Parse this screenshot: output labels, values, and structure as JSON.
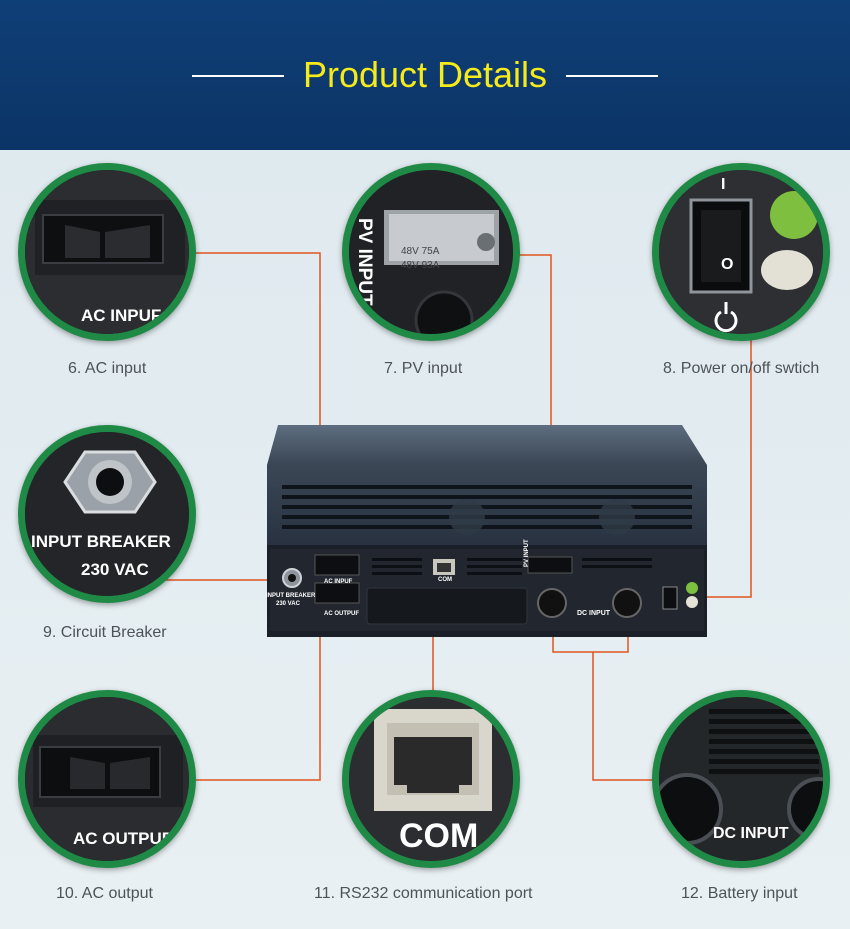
{
  "header": {
    "title": "Product Details"
  },
  "colors": {
    "header_bg": "#0f3f77",
    "title": "#f5ea1a",
    "circle_border": "#1f8a45",
    "connector": "#e0551f"
  },
  "details": [
    {
      "caption": "6. AC input",
      "photo_text": "AC INPUF"
    },
    {
      "caption": "7. PV input",
      "photo_text": "PV INPUT",
      "photo_rating_1": "48V 75A",
      "photo_rating_2": "48V 93A"
    },
    {
      "caption": "8. Power on/off swtich",
      "photo_switch_on": "I",
      "photo_switch_off": "O"
    },
    {
      "caption": "9. Circuit Breaker",
      "photo_text_1": "INPUT BREAKER",
      "photo_text_2": "230 VAC"
    },
    {
      "caption": "10. AC output",
      "photo_text": "AC OUTPUF"
    },
    {
      "caption": "11.  RS232 communication port",
      "photo_text": "COM"
    },
    {
      "caption": "12.  Battery input",
      "photo_text": "DC INPUT"
    }
  ],
  "device": {
    "ac_input": "AC INPUF",
    "ac_output": "AC OUTPUF",
    "com": "COM",
    "pv_input": "PV INPUT",
    "dc_input": "DC INPUT",
    "input_breaker_1": "INPUT BREAKER",
    "input_breaker_2": "230 VAC"
  }
}
